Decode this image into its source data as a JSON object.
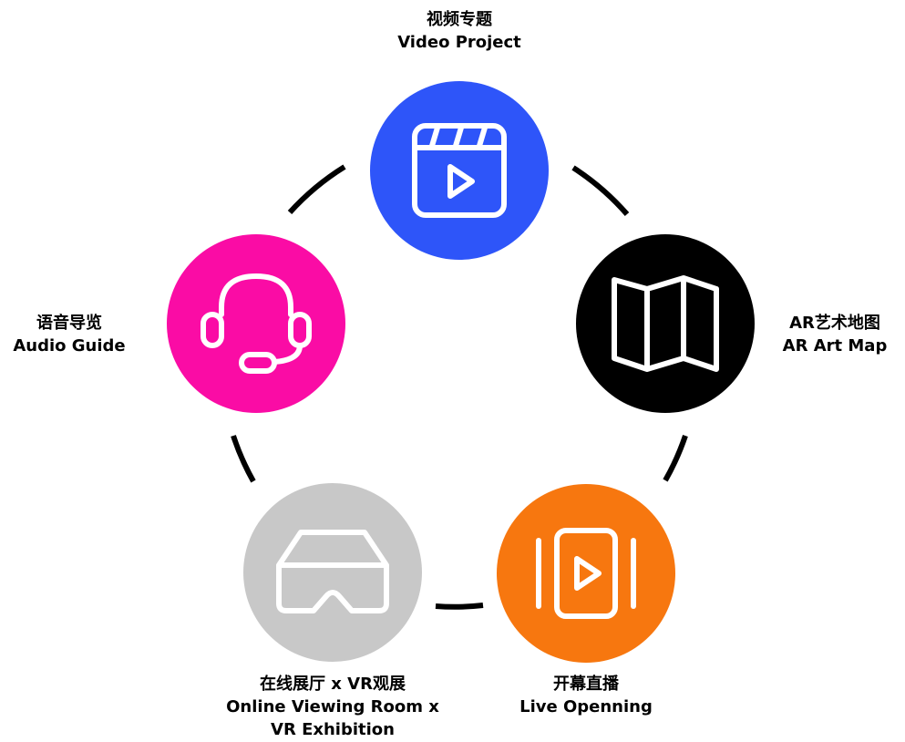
{
  "nodes": {
    "video": {
      "label_cn": "视频专题",
      "label_en": "Video Project",
      "color": "#2e55f9",
      "icon": "clapperboard-play-icon"
    },
    "ar_map": {
      "label_cn": "AR艺术地图",
      "label_en": "AR Art Map",
      "color": "#000000",
      "icon": "folded-map-icon"
    },
    "live": {
      "label_cn": "开幕直播",
      "label_en": "Live Openning",
      "color": "#f7770f",
      "icon": "video-carousel-play-icon"
    },
    "online_vr": {
      "label_cn": "在线展厅 x VR观展",
      "label_en_1": "Online Viewing Room x",
      "label_en_2": "VR Exhibition",
      "color": "#c8c8c8",
      "icon": "vr-headset-icon"
    },
    "audio": {
      "label_cn": "语音导览",
      "label_en": "Audio Guide",
      "color": "#fa0ca5",
      "icon": "headset-microphone-icon"
    }
  },
  "connector_color": "#000000"
}
